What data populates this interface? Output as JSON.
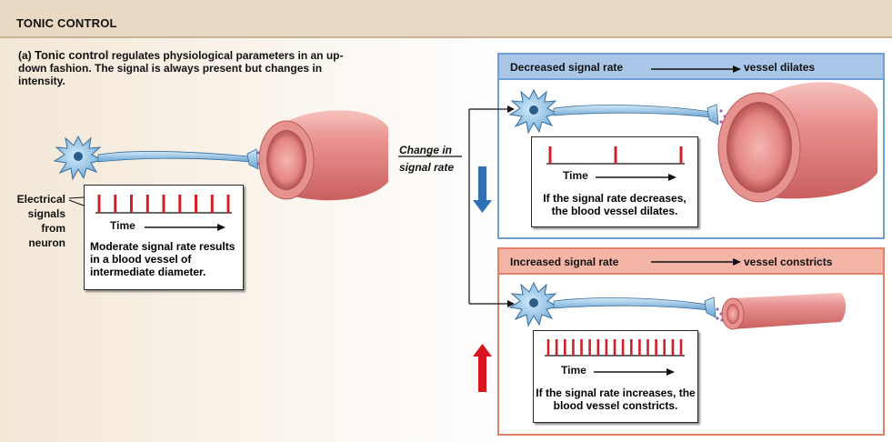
{
  "header": {
    "title": "TONIC CONTROL"
  },
  "intro": {
    "part": "(a)",
    "bold": "Tonic control",
    "text": "regulates physiological parameters in an up-down fashion. The signal is always present but changes in intensity."
  },
  "left": {
    "signal_label_lines": [
      "Electrical",
      "signals",
      "from",
      "neuron"
    ],
    "time_label": "Time",
    "caption": "Moderate signal rate results in a blood vessel of intermediate diameter."
  },
  "middle": {
    "change_label_lines": [
      "Change in",
      "signal rate"
    ]
  },
  "top_right": {
    "banner_left": "Decreased signal rate",
    "banner_right": "vessel dilates",
    "time_label": "Time",
    "caption": "If the signal rate decreases, the blood vessel dilates."
  },
  "bottom_right": {
    "banner_left": "Increased signal rate",
    "banner_right": "vessel constricts",
    "time_label": "Time",
    "caption": "If the signal rate increases, the blood vessel constricts."
  },
  "colors": {
    "header_bg": "#ead9c2",
    "left_bg": "#f7eee2",
    "blue_banner": "#a9c6e8",
    "blue_border": "#6f9fd3",
    "red_banner": "#f4b4a6",
    "red_border": "#e2806c",
    "spike": "#d0202a",
    "neuron": "#8fc0e6",
    "vessel": "#e79392",
    "down_arrow": "#2f6fb5",
    "up_arrow": "#d9141f"
  }
}
